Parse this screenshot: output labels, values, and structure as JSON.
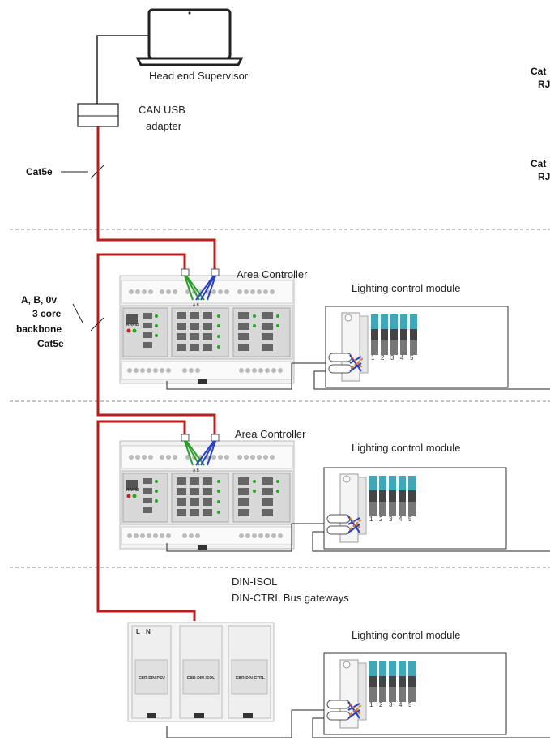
{
  "laptop_label": "Head end Supervisor",
  "adapter_label_1": "CAN USB",
  "adapter_label_2": "adapter",
  "cat5e_label": "Cat5e",
  "right_cut_1a": "Cat",
  "right_cut_1b": "RJ",
  "right_cut_2a": "Cat",
  "right_cut_2b": "RJ",
  "backbone_1": "A, B, 0v",
  "backbone_2": "3 core",
  "backbone_3": "backbone",
  "backbone_4": "Cat5e",
  "area_controller_1": "Area Controller",
  "area_controller_2": "Area Controller",
  "lcm_1": "Lighting control module",
  "lcm_2": "Lighting control module",
  "lcm_3": "Lighting control module",
  "gateway_1": "DIN-ISOL",
  "gateway_2": "DIN-CTRL Bus gateways",
  "psu_label": "EBR-DIN-PSU",
  "isol_label": "EBR-DIN-ISOL",
  "ctrl_label": "EBR-DIN-CTRL",
  "term_l": "L",
  "term_n": "N",
  "ctrl_brand": "RAPID",
  "terminal_ab": "A B",
  "ch_1": "1",
  "ch_2": "2",
  "ch_3": "3",
  "ch_4": "4",
  "ch_5": "5",
  "colors": {
    "backbone": "#b81c1c",
    "wire": "#222222",
    "dashed": "#888888",
    "green_wire": "#2aa02a",
    "blue_wire": "#2a40c8",
    "orange_wire": "#e07a10",
    "teal_module": "#3fa7b7"
  }
}
